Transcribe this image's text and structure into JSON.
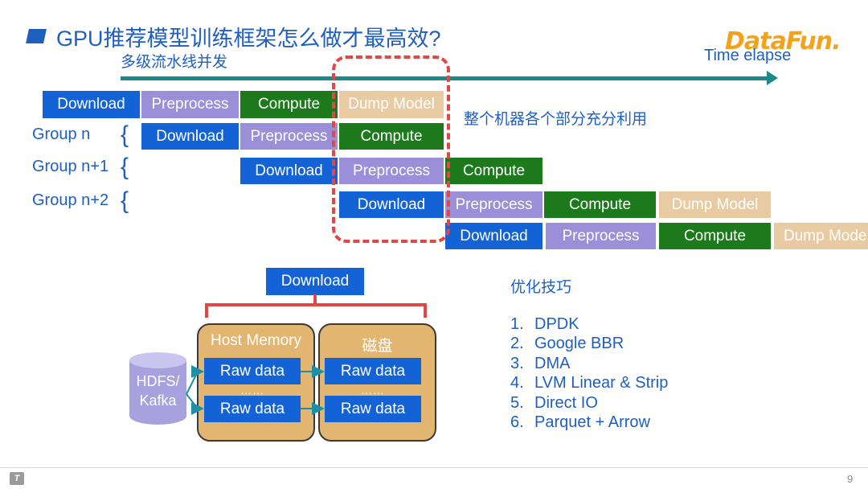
{
  "title": "GPU推荐模型训练框架怎么做才最高效?",
  "subtitle": "多级流水线并发",
  "logo": "DataFun.",
  "time_label": "Time elapse",
  "stages": {
    "download": "Download",
    "preprocess": "Preprocess",
    "compute": "Compute",
    "dump_model": "Dump Model",
    "dump_model_cut": "Dump Mode"
  },
  "groups": [
    "Group n",
    "Group n+1",
    "Group n+2"
  ],
  "brace": "{",
  "utilization_label": "整个机器各个部分充分利用",
  "lower_download": "Download",
  "storage": {
    "source": [
      "HDFS/",
      "Kafka"
    ],
    "host_memory": "Host Memory",
    "disk": "磁盘",
    "raw_data": "Raw data",
    "dots": "……"
  },
  "tips": {
    "title": "优化技巧",
    "items": [
      {
        "num": "1.",
        "text": "DPDK"
      },
      {
        "num": "2.",
        "text": "Google BBR"
      },
      {
        "num": "3.",
        "text": "DMA"
      },
      {
        "num": "4.",
        "text": "LVM Linear & Strip"
      },
      {
        "num": "5.",
        "text": "Direct IO"
      },
      {
        "num": "6.",
        "text": "Parquet + Arrow"
      }
    ]
  },
  "page_number": "9",
  "colors": {
    "download": "#1363d6",
    "preprocess": "#9b8fd9",
    "compute": "#1c7a1c",
    "dump_model": "#e8cba3",
    "accent": "#1f5fbf",
    "arrow": "#1a8a8a",
    "highlight": "#e04848",
    "storage": "#e2b570"
  }
}
